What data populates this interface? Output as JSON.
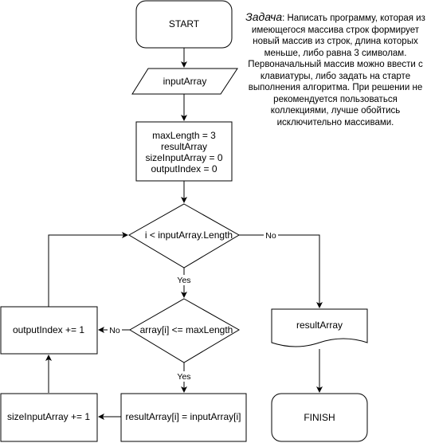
{
  "flowchart": {
    "start": "START",
    "input": "inputArray",
    "init": [
      "maxLength = 3",
      "resultArray",
      "sizeInputArray = 0",
      "outputIndex = 0"
    ],
    "loop_condition": "i < inputArray.Length",
    "check_condition": "array[i] <= maxLength",
    "assign_result": "resultArray[i] = inputArray[i]",
    "increment_size": "sizeInputArray += 1",
    "increment_output": "outputIndex += 1",
    "output_doc": "resultArray",
    "finish": "FINISH",
    "yes_label": "Yes",
    "no_label": "No"
  },
  "task": {
    "label": "Задача",
    "text": ": Написать программу, которая из имеющегося массива строк формирует новый массив из строк, длина которых меньше, либо равна 3 символам. Первоначальный массив можно ввести с клавиатуры, либо задать на старте выполнения алгоритма. При решении не рекомендуется пользоваться коллекциями, лучше обойтись исключительно массивами."
  }
}
